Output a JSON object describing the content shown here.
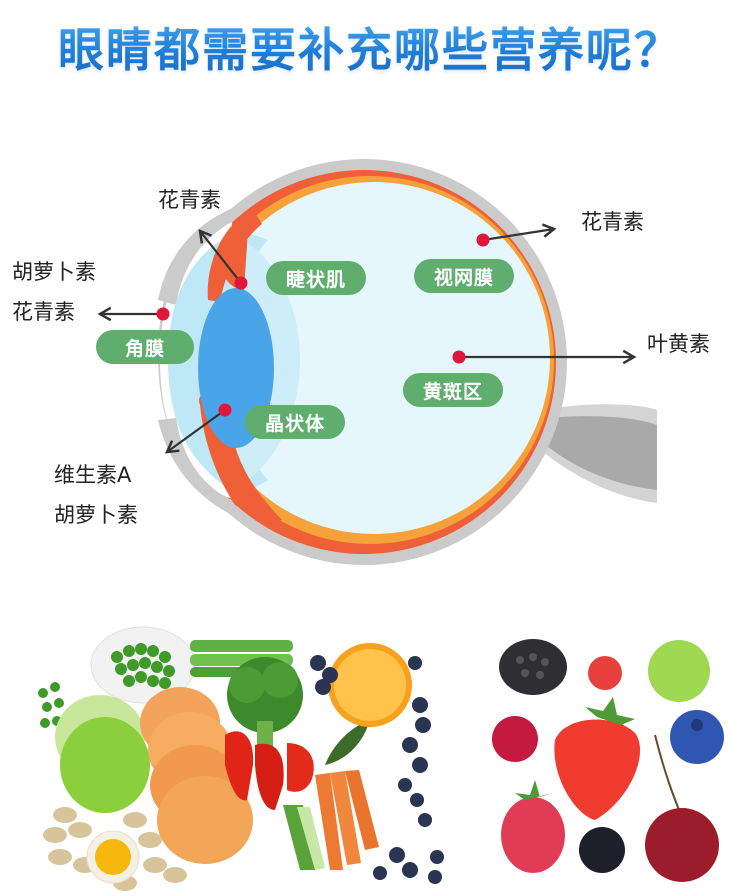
{
  "title": "眼睛都需要补充哪些营养呢？",
  "colors": {
    "title_blue": "#2f8ee0",
    "sclera_gray": "#c8c8c8",
    "choroid_red": "#f0623a",
    "retina_orange": "#f6a43a",
    "vitreous_light_blue": "#e4f6fc",
    "lens_blue": "#4aa5e8",
    "label_green": "#5fae6e",
    "marker_red": "#e0163d",
    "optic_nerve_gray": "#a8a8a8"
  },
  "diagram": {
    "parts": [
      {
        "name": "角膜",
        "nutrients": [
          "胡萝卜素",
          "花青素"
        ]
      },
      {
        "name": "睫状肌",
        "nutrients": [
          "花青素"
        ]
      },
      {
        "name": "晶状体",
        "nutrients": [
          "维生素A",
          "胡萝卜素"
        ]
      },
      {
        "name": "视网膜",
        "nutrients": [
          "花青素"
        ]
      },
      {
        "name": "黄斑区",
        "nutrients": [
          "叶黄素"
        ]
      }
    ],
    "labels": {
      "cornea": "角膜",
      "ciliary": "睫状肌",
      "lens": "晶状体",
      "retina": "视网膜",
      "macula": "黄斑区"
    },
    "nutrients": {
      "ciliary_top": "花青素",
      "cornea_line1": "胡萝卜素",
      "cornea_line2": "花青素",
      "lens_line1": "维生素A",
      "lens_line2": "胡萝卜素",
      "retina": "花青素",
      "macula": "叶黄素"
    }
  },
  "photos": {
    "vegetables": [
      "豌豆",
      "芹菜",
      "青苹果",
      "红薯",
      "西兰花",
      "红椒",
      "橙子",
      "蓝莓",
      "胡萝卜",
      "黄瓜",
      "开心果",
      "蛋黄"
    ],
    "berries": [
      "黑莓",
      "红醋栗",
      "醋栗",
      "蔓越莓",
      "草莓",
      "蓝莓",
      "树莓",
      "黑加仑",
      "樱桃"
    ]
  }
}
